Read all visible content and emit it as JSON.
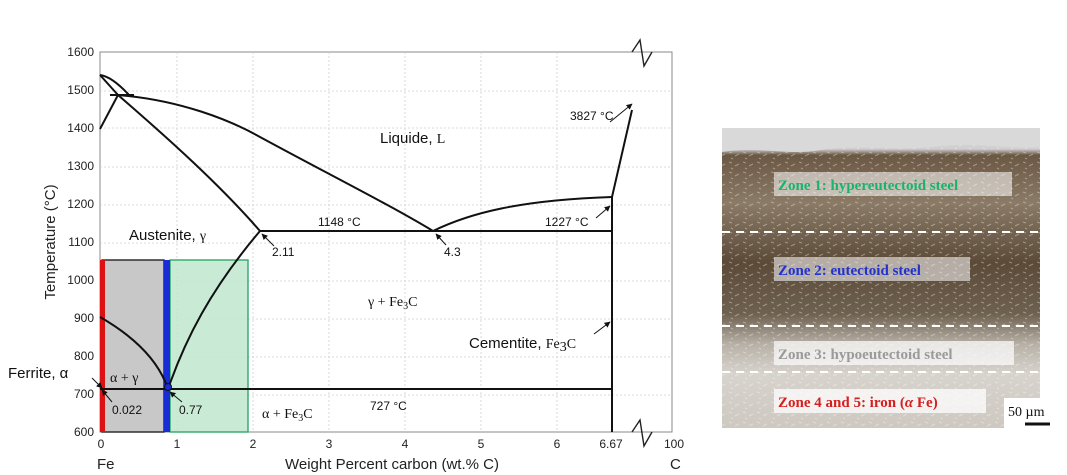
{
  "phase_diagram": {
    "ylabel": "Temperature (°C)",
    "xlabel": "Weight Percent carbon (wt.% C)",
    "y_ticks": [
      "600",
      "700",
      "800",
      "900",
      "1000",
      "1100",
      "1200",
      "1300",
      "1400",
      "1500",
      "1600"
    ],
    "x_ticks": [
      "0",
      "1",
      "2",
      "3",
      "4",
      "5",
      "6",
      "6.67",
      "100"
    ],
    "x_end_labels": {
      "left": "Fe",
      "right": "C"
    },
    "phases": {
      "liquid": "Liquide, ",
      "liquid_symbol": "L",
      "austenite": "Austenite, ",
      "austenite_symbol": "γ",
      "gamma_fe3c": "γ + Fe",
      "alpha_fe3c": "α + Fe",
      "sub3": "3",
      "cementite": "Cementite, ",
      "cementite_symbol": "Fe",
      "ferrite": "Ferrite, α",
      "alpha_gamma": "α + γ",
      "fe3c_suffix": "C"
    },
    "annotations": {
      "t1148": "1148 °C",
      "t1227": "1227 °C",
      "t3827": "3827 °C",
      "t727": "727 °C",
      "c211": "2.11",
      "c43": "4.3",
      "c0022": "0.022",
      "c077": "0.77"
    },
    "key_points": {
      "eutectic": {
        "wt_c": 4.3,
        "temp_c": 1148
      },
      "eutectoid": {
        "wt_c": 0.77,
        "temp_c": 727
      },
      "max_solubility_austenite": {
        "wt_c": 2.11,
        "temp_c": 1148
      },
      "max_solubility_ferrite": {
        "wt_c": 0.022,
        "temp_c": 727
      }
    },
    "zone_colors": {
      "iron": "#dd1111",
      "hypoeutectoid": "#c8c8c8",
      "eutectoid": "#1a2cd6",
      "hypereutectoid": "#bfe8cf"
    }
  },
  "micrograph": {
    "zones": [
      {
        "label": "Zone 1: hypereutectoid steel",
        "color": "#19b36b"
      },
      {
        "label": "Zone 2: eutectoid steel",
        "color": "#2233cc"
      },
      {
        "label": "Zone 3: hypoeutectoid steel",
        "color": "#9a9a9a"
      },
      {
        "label": "Zone 4 and 5: iron (",
        "greek": "α",
        "suffix": " Fe)",
        "color": "#d42020"
      }
    ],
    "scale_bar": "50 µm"
  }
}
